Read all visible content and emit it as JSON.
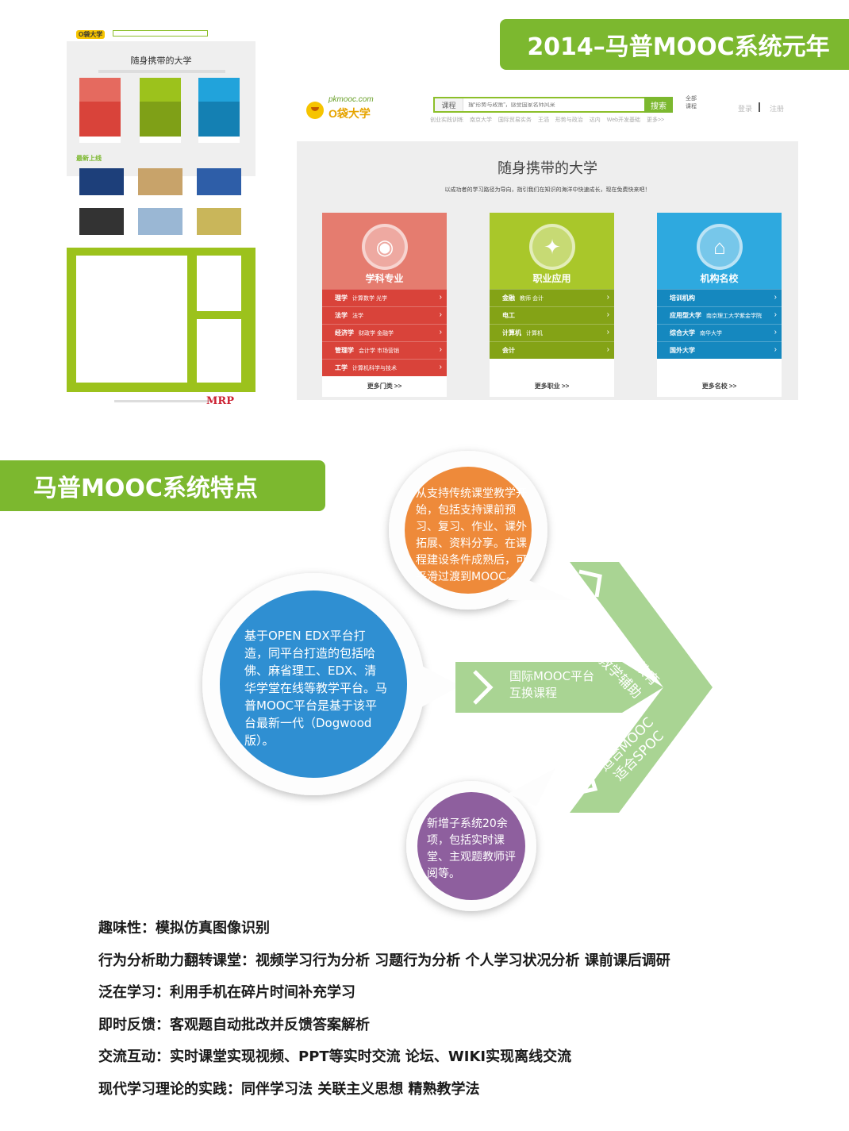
{
  "banners": {
    "top": "2014–马普MOOC系统元年",
    "features": "马普MOOC系统特点"
  },
  "thumbnail": {
    "logo": "O袋大学",
    "title": "随身携带的大学",
    "new_label": "最新上线",
    "footer_logo": "MRP"
  },
  "site": {
    "logo_url": "pkmooc.com",
    "logo_name": "O袋大学",
    "search": {
      "category": "课程",
      "placeholder": "搜“形势与政策”，感受国家名师风采",
      "button": "搜索"
    },
    "all_courses": "全部课程",
    "login": "登录",
    "register": "注册",
    "hot_links": [
      "创业实践训练",
      "南京大学",
      "国际贸易实务",
      "王滔",
      "形势与政治",
      "达内",
      "Web开发基础",
      "更多>>"
    ],
    "title": "随身携带的大学",
    "subtitle": "以成功者的学习路径为导向，指引我们在知识的海洋中快速成长，现在免费快来吧！",
    "cards": [
      {
        "title": "学科专业",
        "icon": "book-icon",
        "rows": [
          {
            "main": "理学",
            "sub": "计算数学   光学"
          },
          {
            "main": "法学",
            "sub": "法学"
          },
          {
            "main": "经济学",
            "sub": "财政学   金融学"
          },
          {
            "main": "管理学",
            "sub": "会计学   市场营销"
          },
          {
            "main": "工学",
            "sub": "计算机科学与技术"
          }
        ],
        "more": "更多门类   >>"
      },
      {
        "title": "职业应用",
        "icon": "runner-icon",
        "rows": [
          {
            "main": "金融",
            "sub": "教师   会计"
          },
          {
            "main": "电工",
            "sub": ""
          },
          {
            "main": "计算机",
            "sub": "计算机"
          },
          {
            "main": "会计",
            "sub": ""
          }
        ],
        "more": "更多职业   >>"
      },
      {
        "title": "机构名校",
        "icon": "home-icon",
        "rows": [
          {
            "main": "培训机构",
            "sub": ""
          },
          {
            "main": "应用型大学",
            "sub": "南京理工大学紫金学院"
          },
          {
            "main": "综合大学",
            "sub": "南华大学"
          },
          {
            "main": "国外大学",
            "sub": ""
          }
        ],
        "more": "更多名校   >>"
      }
    ]
  },
  "diagram": {
    "orange": "从支持传统课堂教学开始，包括支持课前预习、复习、作业、课外拓展、资料分享。在课程建设条件成熟后，可平滑过渡到MOOC。",
    "blue": "基于OPEN EDX平台打造，同平台打造的包括哈佛、麻省理工、EDX、清华学堂在线等教学平台。马普MOOC平台是基于该平台最新一代（Dogwood版）。",
    "purple": "新增子系统20余项，包括实时课堂、主观题教师评阅等。",
    "center": "国际MOOC平台互换课程",
    "upper_arrow_1": "适合在线教育",
    "upper_arrow_2": "适合教学辅助",
    "lower_arrow_1": "适合MOOC",
    "lower_arrow_2": "适合SPOC",
    "colors": {
      "orange": "#ee8a3a",
      "blue": "#2f8fd2",
      "purple": "#8e5f9e",
      "green": "#a9d493"
    }
  },
  "features": [
    "趣味性：模拟仿真图像识别",
    "行为分析助力翻转课堂：视频学习行为分析 习题行为分析 个人学习状况分析 课前课后调研",
    "泛在学习：利用手机在碎片时间补充学习",
    "即时反馈：客观题自动批改并反馈答案解析",
    "交流互动：实时课堂实现视频、PPT等实时交流  论坛、WIKI实现离线交流",
    "现代学习理论的实践：同伴学习法 关联主义思想 精熟教学法"
  ]
}
